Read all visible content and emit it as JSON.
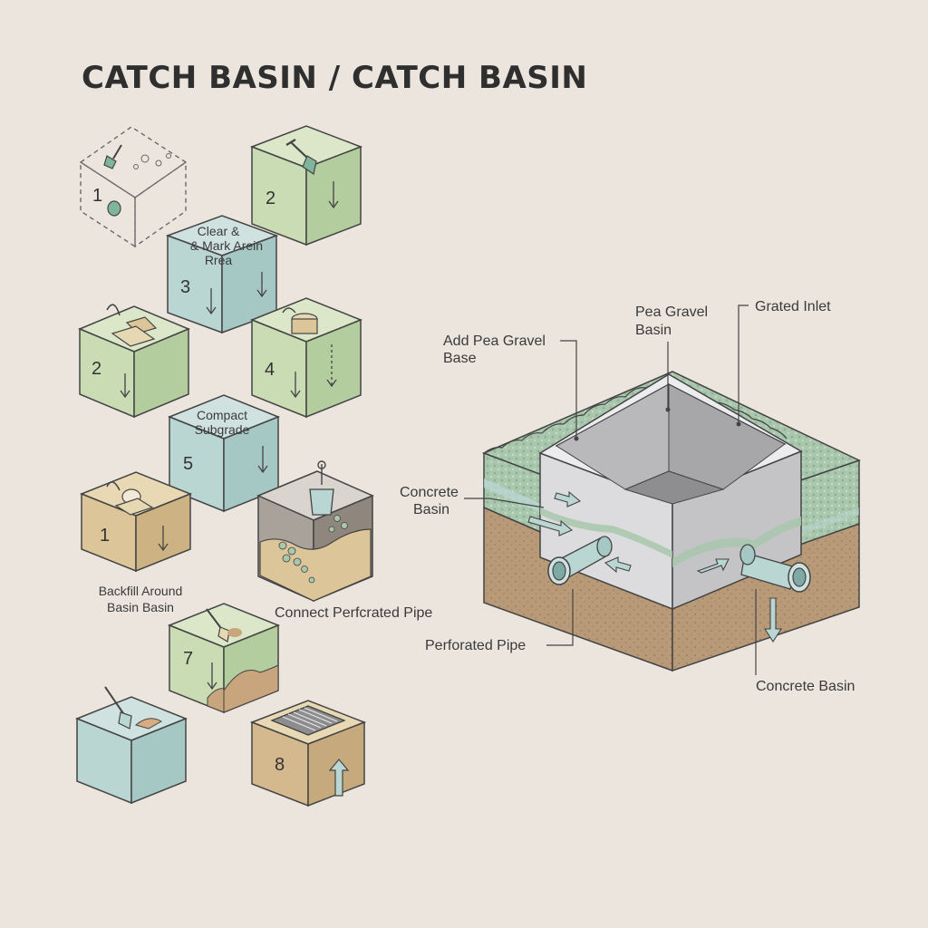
{
  "title": "CATCH BASIN / CATCH BASIN",
  "steps": [
    {
      "number": "1",
      "caption": ""
    },
    {
      "number": "2",
      "caption": ""
    },
    {
      "number": "3",
      "caption": [
        "Clear &",
        "& Mark Arein",
        "Rrea"
      ]
    },
    {
      "number": "2",
      "caption": ""
    },
    {
      "number": "4",
      "caption": ""
    },
    {
      "number": "5",
      "caption": [
        "Compact",
        "Subgrade"
      ]
    },
    {
      "number": "1",
      "caption": ""
    },
    {
      "number": "7",
      "caption": ""
    },
    {
      "number": "8",
      "caption": ""
    }
  ],
  "step_labels": {
    "backfill": [
      "Backfill Around",
      "Basin Basin"
    ],
    "connect_pipe": "Connect Perfcrated Pipe"
  },
  "callouts": {
    "add_pea_gravel": [
      "Add Pea Gravel",
      "Base"
    ],
    "pea_gravel_basin": [
      "Pea Gravel",
      "Basin"
    ],
    "grated_inlet": "Grated Inlet",
    "concrete_basin_left": [
      "Concrete",
      "Basin"
    ],
    "perforated_pipe": "Perforated Pipe",
    "concrete_basin_right": "Concrete Basin"
  },
  "colors": {
    "green": "#c9dcb4",
    "blue": "#b9d6d3",
    "tan": "#dcc598",
    "soil": "#b99a78",
    "gravel": "#a9c7ad",
    "concrete": "#d6d6d8",
    "ink": "#3a3a3a"
  }
}
